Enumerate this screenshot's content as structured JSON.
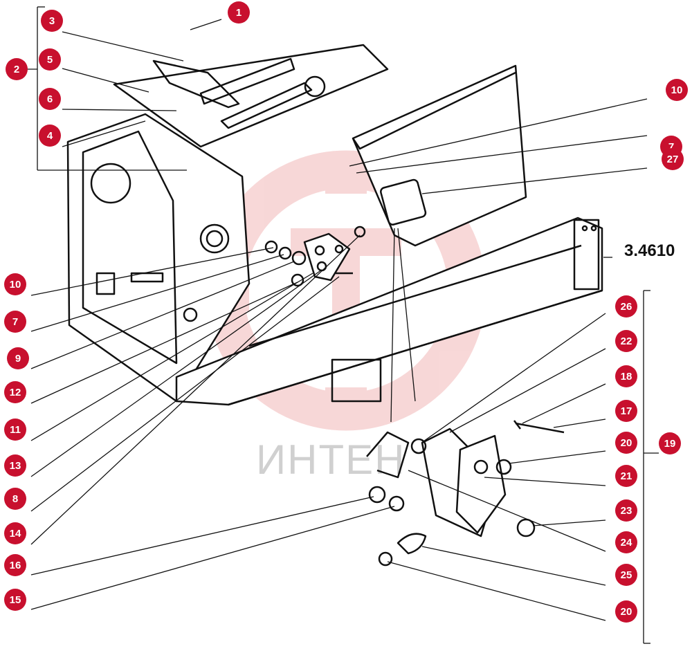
{
  "diagram": {
    "group_id": "3.4610",
    "callouts": [
      "1",
      "3",
      "2",
      "5",
      "6",
      "4",
      "10",
      "7",
      "27",
      "10",
      "7",
      "9",
      "12",
      "11",
      "13",
      "8",
      "14",
      "16",
      "15",
      "26",
      "22",
      "18",
      "17",
      "20",
      "21",
      "23",
      "24",
      "25",
      "20",
      "19"
    ],
    "watermark": "ИНТЕН",
    "colors": {
      "callout_fill": "#c8102e",
      "line": "#111111",
      "watermark": "#f2b8b8"
    }
  }
}
